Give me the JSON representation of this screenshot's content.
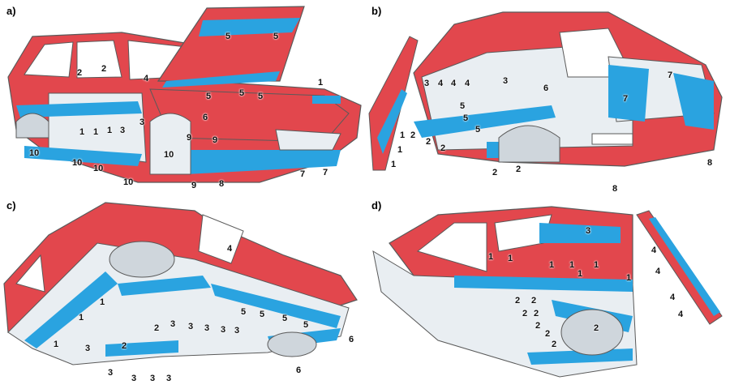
{
  "panels": [
    {
      "id": "a",
      "letter": "a)",
      "callouts": [
        "2",
        "2",
        "4",
        "5",
        "5",
        "5",
        "5",
        "5",
        "6",
        "1",
        "1",
        "1",
        "1",
        "3",
        "3",
        "9",
        "9",
        "10",
        "10",
        "10",
        "10",
        "10",
        "9",
        "8",
        "7",
        "7"
      ]
    },
    {
      "id": "b",
      "letter": "b)",
      "callouts": [
        "1",
        "1",
        "1",
        "3",
        "4",
        "4",
        "4",
        "5",
        "5",
        "5",
        "3",
        "6",
        "7",
        "7",
        "2",
        "2",
        "2",
        "2",
        "2",
        "8",
        "8"
      ]
    },
    {
      "id": "c",
      "letter": "c)",
      "callouts": [
        "1",
        "1",
        "1",
        "4",
        "2",
        "2",
        "3",
        "3",
        "3",
        "3",
        "3",
        "3",
        "3",
        "3",
        "3",
        "3",
        "5",
        "5",
        "5",
        "5",
        "6",
        "6"
      ]
    },
    {
      "id": "d",
      "letter": "d)",
      "callouts": [
        "1",
        "1",
        "1",
        "1",
        "1",
        "1",
        "1",
        "3",
        "2",
        "2",
        "2",
        "2",
        "2",
        "2",
        "2",
        "2",
        "4",
        "4",
        "4",
        "4"
      ]
    }
  ],
  "colors": {
    "body": "#e2474d",
    "sealant": "#2aa3e0",
    "interior": "#e9eef2",
    "outline": "#5a5a5a",
    "tire_well": "#cfd6dc"
  }
}
